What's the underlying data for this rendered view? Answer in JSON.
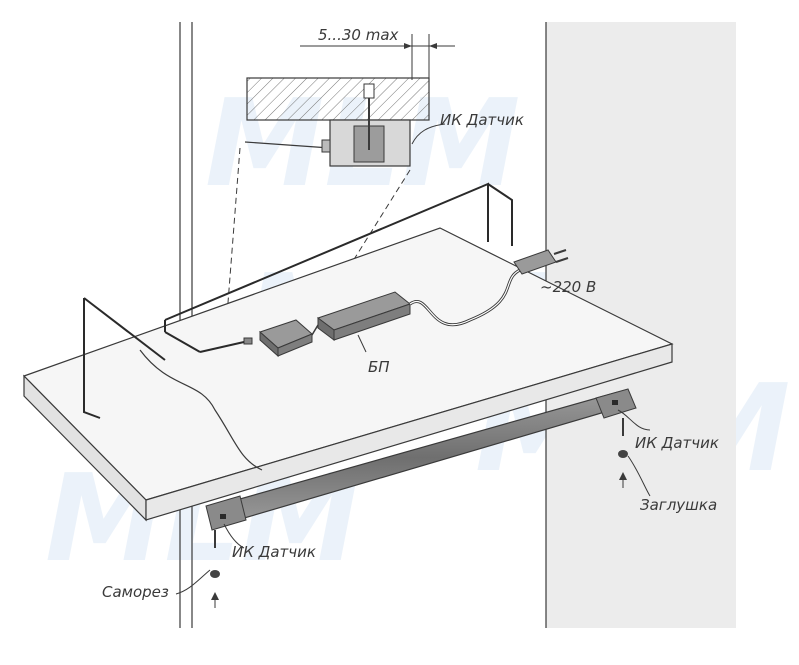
{
  "labels": {
    "dim_text": "5...30 max",
    "ir_sensor_top": "ИК Датчик",
    "voltage": "~220 В",
    "power_unit": "БП",
    "ir_sensor_right": "ИК Датчик",
    "end_cap": "Заглушка",
    "ir_sensor_left": "ИК Датчик",
    "screw": "Саморез"
  },
  "watermark": "MLM",
  "colors": {
    "line": "#3a3a3a",
    "wall": "#ececec",
    "shelf": "#f6f6f6",
    "profile": "#8a8a8a",
    "watermark": "#dce9f6"
  }
}
